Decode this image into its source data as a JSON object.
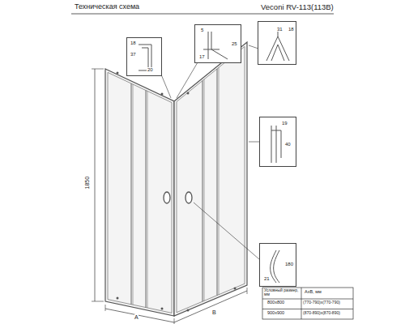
{
  "diagram": {
    "title": "Техническая схема",
    "nodes": [
      {
        "text": [
          "18",
          "37",
          "20"
        ]
      },
      {
        "text": [
          "5",
          "17",
          "25"
        ]
      },
      {
        "text": [
          "31",
          "18"
        ]
      },
      {
        "text": [
          "19",
          "40"
        ]
      },
      {
        "text": [
          "21",
          "180"
        ]
      }
    ],
    "labels": [
      "Veconi RV-113(113B)",
      "1850",
      "A",
      "B",
      "Условный размер, мм",
      "AxB, мм",
      "800x800",
      "(770-790)x(770-790)",
      "900x900",
      "(870-890)x(870-890)"
    ]
  }
}
